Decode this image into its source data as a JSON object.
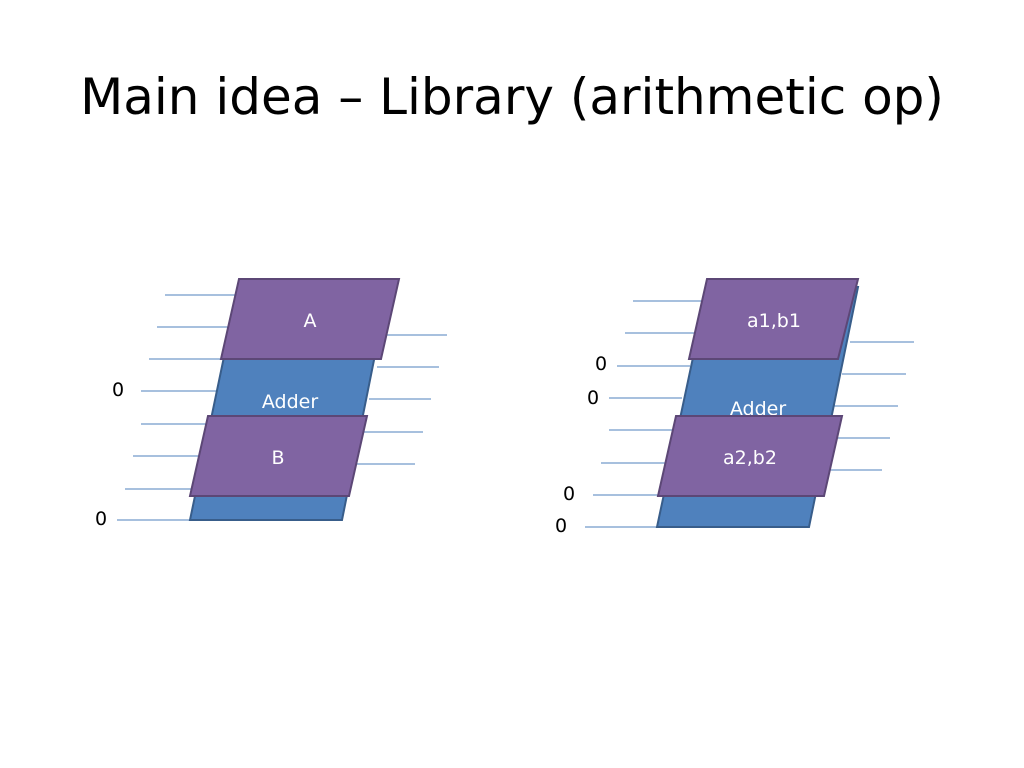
{
  "slide": {
    "title": "Main idea – Library (arithmetic op)"
  },
  "left_diagram": {
    "top_block_label": "A",
    "middle_block_label": "Adder",
    "bottom_block_label": "B",
    "zero_labels": [
      "0",
      "0"
    ]
  },
  "right_diagram": {
    "top_block_label": "a1,b1",
    "middle_block_label": "Adder",
    "bottom_block_label": "a2,b2",
    "zero_labels": [
      "0",
      "0",
      "0",
      "0"
    ]
  },
  "colors": {
    "adder_fill": "#4f81bd",
    "adder_stroke": "#385d8a",
    "operand_fill": "#8064a2",
    "operand_stroke": "#5c4776",
    "wire": "#4f81bd"
  }
}
